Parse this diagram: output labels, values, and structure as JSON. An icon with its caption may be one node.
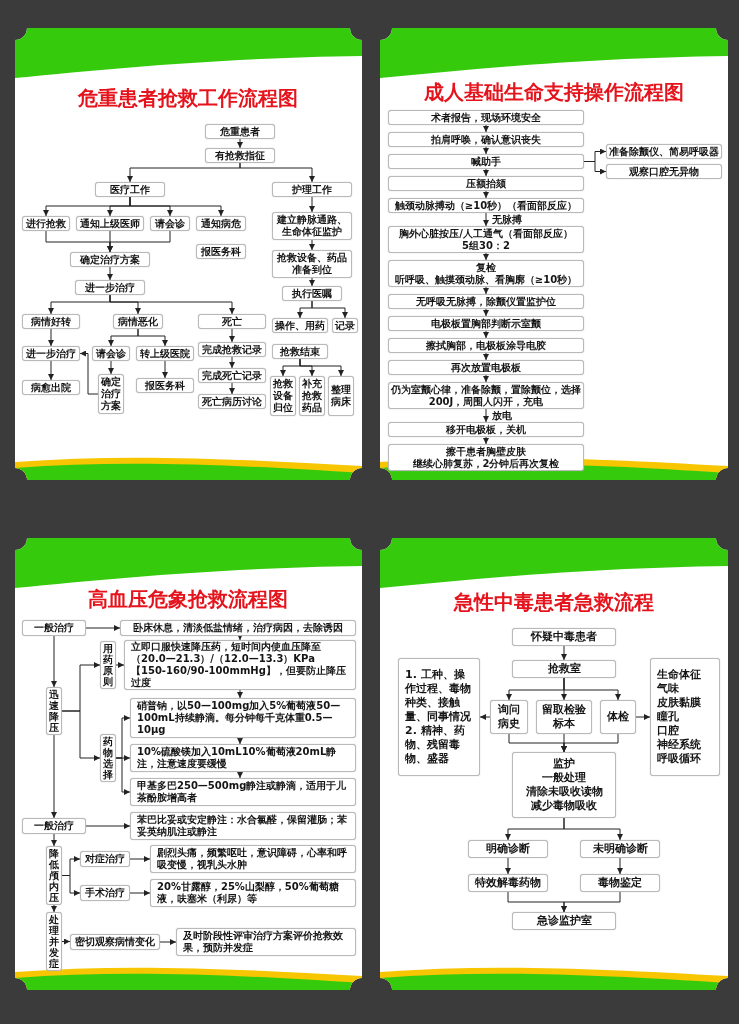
{
  "diagram": {
    "nodes": [
      {
        "text": [
          "危重患者"
        ]
      },
      {
        "text": [
          "有抢救指征"
        ]
      },
      {
        "text": [
          "医疗工作"
        ]
      },
      {
        "text": [
          "护理工作"
        ]
      },
      {
        "text": [
          "进行抢救"
        ]
      },
      {
        "text": [
          "通知上级医师"
        ]
      },
      {
        "text": [
          "请会诊"
        ]
      },
      {
        "text": [
          "通知病危"
        ]
      },
      {
        "text": [
          "报医务科"
        ]
      },
      {
        "text": [
          "确定治疗方案"
        ]
      },
      {
        "text": [
          "进一步治疗"
        ]
      },
      {
        "text": [
          "病情好转"
        ]
      },
      {
        "text": [
          "病情恶化"
        ]
      },
      {
        "text": [
          "死亡"
        ]
      },
      {
        "text": [
          "进一步治疗"
        ]
      },
      {
        "text": [
          "病愈出院"
        ]
      },
      {
        "text": [
          "请会诊"
        ]
      },
      {
        "text": [
          "转上级医院"
        ]
      },
      {
        "text": [
          "确定治疗方案"
        ]
      },
      {
        "text": [
          "报医务科"
        ]
      },
      {
        "text": [
          "完成抢救记录"
        ]
      },
      {
        "text": [
          "完成死亡记录"
        ]
      },
      {
        "text": [
          "死亡病历讨论"
        ]
      },
      {
        "text": [
          "建立静脉通路、生命体征监护"
        ]
      },
      {
        "text": [
          "抢救设备、药品准备到位"
        ]
      },
      {
        "text": [
          "执行医嘱"
        ]
      },
      {
        "text": [
          "操作、用药"
        ]
      },
      {
        "text": [
          "记录"
        ]
      },
      {
        "text": [
          "抢救结束"
        ]
      },
      {
        "text": [
          "抢救设备归位"
        ]
      },
      {
        "text": [
          "补充抢救药品"
        ]
      },
      {
        "text": [
          "整理病床"
        ]
      },
      {
        "text": [
          "术者报告，现场环境安全"
        ]
      },
      {
        "text": [
          "拍肩呼唤，确认意识丧失"
        ]
      },
      {
        "text": [
          "喊助手"
        ]
      },
      {
        "text": [
          "准备除颤仪、简易呼吸器"
        ]
      },
      {
        "text": [
          "观察口腔无异物"
        ]
      },
      {
        "text": [
          "压额抬颏"
        ]
      },
      {
        "text": [
          "触颈动脉搏动（≥10秒）（看面部反应）"
        ]
      },
      {
        "text": [
          "胸外心脏按压/人工通气（看面部反应）",
          "5组30：2"
        ]
      },
      {
        "text": [
          "复检",
          "听呼吸、触摸颈动脉、看胸廓（≥10秒）"
        ]
      },
      {
        "text": [
          "无呼吸无脉搏，除颤仪置监护位"
        ]
      },
      {
        "text": [
          "电极板置胸部判断示室颤"
        ]
      },
      {
        "text": [
          "擦拭胸部，电极板涂导电胶"
        ]
      },
      {
        "text": [
          "再次放置电极板"
        ]
      },
      {
        "text": [
          "仍为室颤心律，准备除颤，置除颤位，选择200J，周围人闪开，充电"
        ]
      },
      {
        "text": [
          "移开电极板，关机"
        ]
      },
      {
        "text": [
          "擦干患者胸壁皮肤",
          "继续心肺复苏，2分钟后再次复检"
        ]
      },
      {
        "text": [
          "一般治疗"
        ]
      },
      {
        "text": [
          "卧床休息，清淡低盐情绪，治疗病因，去除诱因"
        ]
      },
      {
        "text": [
          "用药原则"
        ]
      },
      {
        "text": [
          "立即口服快速降压药，短时间内使血压降至（20.0—21.3）/（12.0—13.3）KPa【150-160/90-100mmHg】，但要防止降压过度"
        ]
      },
      {
        "text": [
          "迅速降压"
        ]
      },
      {
        "text": [
          "药物选择"
        ]
      },
      {
        "text": [
          "硝普钠，以50—100mg加入5%葡萄液50—100mL持续静滴。每分钟每千克体重0.5—10μg"
        ]
      },
      {
        "text": [
          "10%硫酸镁加入10mL10%葡萄液20mL静注，注意速度要缓慢"
        ]
      },
      {
        "text": [
          "甲基多巴250—500mg静注或静滴，适用于儿茶酚胺增高者"
        ]
      },
      {
        "text": [
          "一般治疗"
        ]
      },
      {
        "text": [
          "苯巴比妥或安定静注：水合氯醛，保留灌肠；苯妥英纳肌注或静注"
        ]
      },
      {
        "text": [
          "降低颅内压"
        ]
      },
      {
        "text": [
          "对症治疗"
        ]
      },
      {
        "text": [
          "剧烈头痛，频繁呕吐，意识障碍，心率和呼吸变慢，视乳头水肿"
        ]
      },
      {
        "text": [
          "手术治疗"
        ]
      },
      {
        "text": [
          "20%甘露醇，25%山梨醇，50%葡萄糖液，呋塞米（利尿）等"
        ]
      },
      {
        "text": [
          "处理并发症"
        ]
      },
      {
        "text": [
          "密切观察病情变化"
        ]
      },
      {
        "text": [
          "及时阶段性评审治疗方案评价抢救效果，预防并发症"
        ]
      },
      {
        "text": [
          "怀疑中毒患者"
        ]
      },
      {
        "text": [
          "抢救室"
        ]
      },
      {
        "text": [
          "1. 工种、操作过程、毒物种类、接触量、同事情况",
          "2. 精神、药物、残留毒物、盛器"
        ]
      },
      {
        "text": [
          "询问病史"
        ]
      },
      {
        "text": [
          "留取检验标本"
        ]
      },
      {
        "text": [
          "体检"
        ]
      },
      {
        "text": [
          "生命体征",
          "气味",
          "皮肤黏膜",
          "瞳孔",
          "口腔",
          "神经系统",
          "呼吸循环"
        ]
      },
      {
        "text": [
          "监护",
          "一般处理",
          "清除未吸收读物",
          "减少毒物吸收"
        ]
      },
      {
        "text": [
          "明确诊断"
        ]
      },
      {
        "text": [
          "未明确诊断"
        ]
      },
      {
        "text": [
          "特效解毒药物"
        ]
      },
      {
        "text": [
          "毒物鉴定"
        ]
      },
      {
        "text": [
          "急诊监护室"
        ]
      }
    ],
    "edges": [
      {
        "from": 0,
        "to": 1,
        "arrow": "to"
      },
      {
        "from": 1,
        "to": 2,
        "arrow": "to"
      },
      {
        "from": 1,
        "to": 3,
        "arrow": "to"
      },
      {
        "from": 2,
        "to": 4,
        "arrow": "to"
      },
      {
        "from": 2,
        "to": 5,
        "arrow": "to"
      },
      {
        "from": 2,
        "to": 6,
        "arrow": "to"
      },
      {
        "from": 2,
        "to": 7,
        "arrow": "to"
      },
      {
        "from": 4,
        "to": 9,
        "arrow": "to"
      },
      {
        "from": 5,
        "to": 9,
        "arrow": "to"
      },
      {
        "from": 6,
        "to": 9,
        "arrow": "to"
      },
      {
        "from": 9,
        "to": 10,
        "arrow": "to"
      },
      {
        "from": 10,
        "to": 11,
        "arrow": "to"
      },
      {
        "from": 10,
        "to": 12,
        "arrow": "to"
      },
      {
        "from": 10,
        "to": 13,
        "arrow": "to"
      },
      {
        "from": 11,
        "to": 14,
        "arrow": "to"
      },
      {
        "from": 14,
        "to": 15,
        "arrow": "to"
      },
      {
        "from": 12,
        "to": 16,
        "arrow": "to"
      },
      {
        "from": 12,
        "to": 17,
        "arrow": "to"
      },
      {
        "from": 16,
        "to": 18,
        "arrow": "to"
      },
      {
        "from": 17,
        "to": 19,
        "arrow": "to"
      },
      {
        "from": 18,
        "to": 14,
        "arrow": "to"
      },
      {
        "from": 13,
        "to": 20,
        "arrow": "to"
      },
      {
        "from": 20,
        "to": 21,
        "arrow": "to"
      },
      {
        "from": 21,
        "to": 22,
        "arrow": "to"
      },
      {
        "from": 3,
        "to": 23,
        "arrow": "to"
      },
      {
        "from": 23,
        "to": 24,
        "arrow": "to"
      },
      {
        "from": 24,
        "to": 25,
        "arrow": "to"
      },
      {
        "from": 25,
        "to": 26,
        "arrow": "to"
      },
      {
        "from": 25,
        "to": 27,
        "arrow": "to"
      },
      {
        "from": 28,
        "to": 29,
        "arrow": "to"
      },
      {
        "from": 28,
        "to": 30,
        "arrow": "to"
      },
      {
        "from": 28,
        "to": 31,
        "arrow": "to"
      },
      {
        "from": 32,
        "to": 33,
        "arrow": "to"
      },
      {
        "from": 33,
        "to": 34,
        "arrow": "to"
      },
      {
        "from": 34,
        "to": 35,
        "arrow": "to"
      },
      {
        "from": 34,
        "to": 36,
        "arrow": "to"
      },
      {
        "from": 34,
        "to": 37,
        "arrow": "to"
      },
      {
        "from": 37,
        "to": 38,
        "arrow": "to"
      },
      {
        "from": 38,
        "to": 39,
        "arrow": "to",
        "label": "无脉搏"
      },
      {
        "from": 39,
        "to": 40,
        "arrow": "to"
      },
      {
        "from": 40,
        "to": 41,
        "arrow": "to"
      },
      {
        "from": 41,
        "to": 42,
        "arrow": "to"
      },
      {
        "from": 42,
        "to": 43,
        "arrow": "to"
      },
      {
        "from": 43,
        "to": 44,
        "arrow": "to"
      },
      {
        "from": 44,
        "to": 45,
        "arrow": "to"
      },
      {
        "from": 45,
        "to": 46,
        "arrow": "to",
        "label": "放电"
      },
      {
        "from": 46,
        "to": 47,
        "arrow": "to"
      },
      {
        "from": 48,
        "to": 49,
        "arrow": "to"
      },
      {
        "from": 48,
        "to": 52,
        "arrow": "to"
      },
      {
        "from": 52,
        "to": 50,
        "arrow": "to"
      },
      {
        "from": 52,
        "to": 53,
        "arrow": "to"
      },
      {
        "from": 50,
        "to": 51,
        "arrow": "to"
      },
      {
        "from": 49,
        "to": 51,
        "arrow": "to"
      },
      {
        "from": 51,
        "to": 54,
        "arrow": "to"
      },
      {
        "from": 53,
        "to": 54,
        "arrow": "to"
      },
      {
        "from": 53,
        "to": 55,
        "arrow": "to"
      },
      {
        "from": 53,
        "to": 56,
        "arrow": "to"
      },
      {
        "from": 54,
        "to": 55,
        "arrow": "to"
      },
      {
        "from": 55,
        "to": 56,
        "arrow": "to"
      },
      {
        "from": 52,
        "to": 57,
        "arrow": "to"
      },
      {
        "from": 57,
        "to": 58,
        "arrow": "to"
      },
      {
        "from": 57,
        "to": 59,
        "arrow": "to"
      },
      {
        "from": 59,
        "to": 60,
        "arrow": "to"
      },
      {
        "from": 59,
        "to": 62,
        "arrow": "to"
      },
      {
        "from": 60,
        "to": 61,
        "arrow": "to"
      },
      {
        "from": 62,
        "to": 63,
        "arrow": "to"
      },
      {
        "from": 59,
        "to": 64,
        "arrow": "to"
      },
      {
        "from": 64,
        "to": 65,
        "arrow": "to"
      },
      {
        "from": 65,
        "to": 66,
        "arrow": "to"
      },
      {
        "from": 67,
        "to": 68,
        "arrow": "to"
      },
      {
        "from": 68,
        "to": 70,
        "arrow": "to"
      },
      {
        "from": 68,
        "to": 71,
        "arrow": "to"
      },
      {
        "from": 68,
        "to": 72,
        "arrow": "to"
      },
      {
        "from": 70,
        "to": 69,
        "arrow": "to"
      },
      {
        "from": 72,
        "to": 73,
        "arrow": "to"
      },
      {
        "from": 70,
        "to": 74,
        "arrow": "to"
      },
      {
        "from": 71,
        "to": 74,
        "arrow": "to"
      },
      {
        "from": 72,
        "to": 74,
        "arrow": "to"
      },
      {
        "from": 74,
        "to": 75,
        "arrow": "to"
      },
      {
        "from": 74,
        "to": 76,
        "arrow": "to"
      },
      {
        "from": 75,
        "to": 77,
        "arrow": "to"
      },
      {
        "from": 76,
        "to": 78,
        "arrow": "to"
      },
      {
        "from": 77,
        "to": 79,
        "arrow": "to"
      },
      {
        "from": 78,
        "to": 79,
        "arrow": "to"
      }
    ],
    "labels": [
      "危重患者抢救工作流程图",
      "成人基础生命支持操作流程图",
      "高血压危象抢救流程图",
      "急性中毒患者急救流程"
    ]
  }
}
